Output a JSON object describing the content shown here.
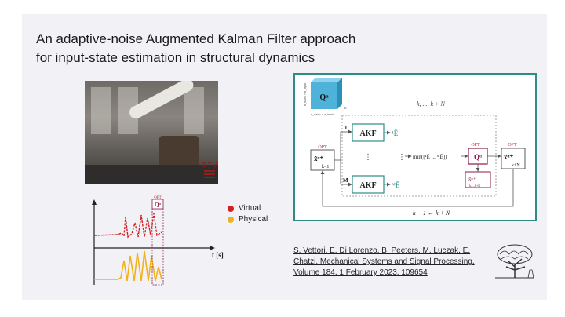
{
  "title": {
    "line1": "An adaptive-noise Augmented Kalman Filter approach",
    "line2": "for input-state estimation in structural dynamics"
  },
  "photo": {
    "logo_text": "DTU"
  },
  "mini_plot": {
    "opt_label": "OPT",
    "q_label": "Qᵅ",
    "t_axis_label": "t [s]",
    "legend": [
      {
        "label": "Virtual",
        "color": "#d32020"
      },
      {
        "label": "Physical",
        "color": "#f2b21a"
      }
    ]
  },
  "diagram": {
    "q_cube_label": "Qᵅ",
    "side_label_vertical": "n_states + n_input",
    "side_label_horizontal": "n_states + n_input",
    "m_small": "M",
    "range_top": "k, ..., k + N",
    "opt_left": "OPT",
    "x_left": "x̂ᵅ⁺",
    "x_left_sub": "k−1",
    "branch_1": "1",
    "branch_m": "M",
    "akf_1": "AKF",
    "akf_m": "AKF",
    "e1": "¹Ē",
    "em": "ᴹĒ",
    "dots": "⋮",
    "min_label": "min([¹Ē ... ᴹĒ])",
    "opt_mid": "OPT",
    "q_mid": "Qᵅ",
    "opt_right": "OPT",
    "x_right": "x̂ᵅ⁺",
    "x_right_sub": "k+N",
    "x_pink": "x̂ᵅ⁺",
    "x_pink_sub": "k,...,k+N",
    "loop_label": "k − 1 ← k + N"
  },
  "citation": {
    "line1": "S. Vettori, E. Di Lorenzo, B. Peeters, M. Luczak, E.",
    "line2": "Chatzi, Mechanical Systems and Signal Processing,",
    "line3": "Volume 184, 1 February 2023, 109654"
  },
  "colors": {
    "frame": "#2f8b86",
    "akf_box": "#2f8b86",
    "opt_red": "#c0282a",
    "opt_box": "#8b1a4a",
    "virtual": "#d32020",
    "physical": "#f2b21a",
    "cube": "#4fb3d9"
  }
}
